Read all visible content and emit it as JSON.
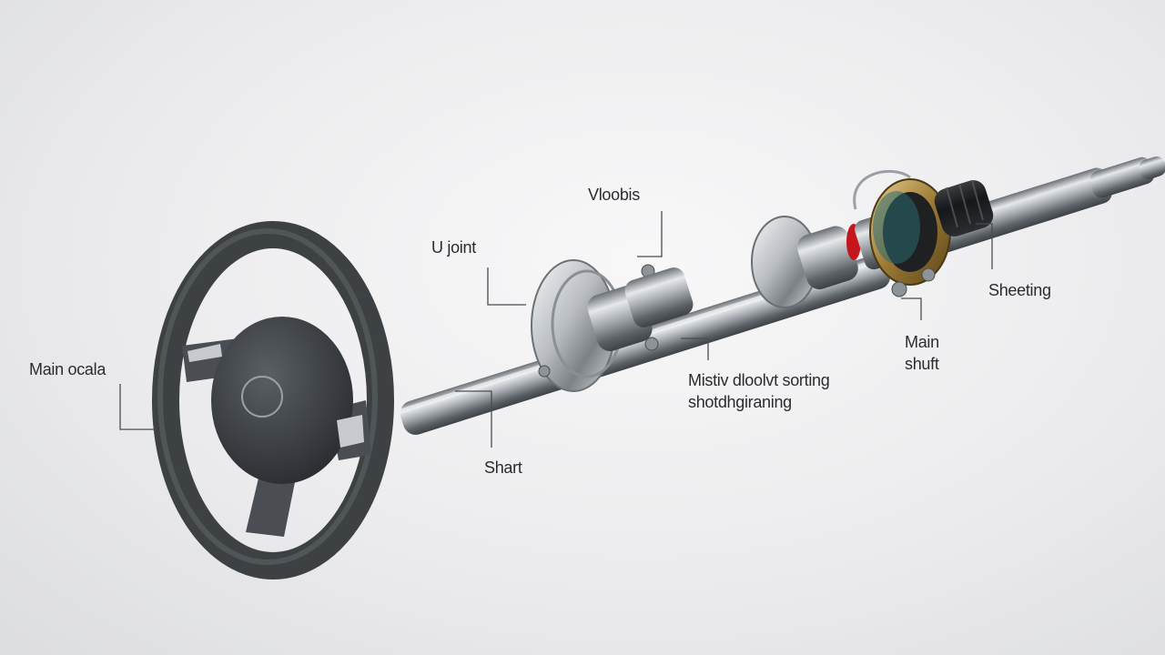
{
  "labels": {
    "main_ocala": "Main ocala",
    "u_joint": "U joint",
    "vloobis": "Vloobis",
    "shart": "Shart",
    "mistiv": "Mistiv dloolvt sorting\nshotdhgiraning",
    "main_shuft": "Main\nshuft",
    "sheeting": "Sheeting"
  },
  "colors": {
    "background": "#ececee",
    "leader_line": "#4a4c50",
    "wheel_rim": "#3d4144",
    "shaft_steel": "#9ea3a8",
    "accent_red": "#c4161c",
    "brass": "#b08a3e"
  }
}
